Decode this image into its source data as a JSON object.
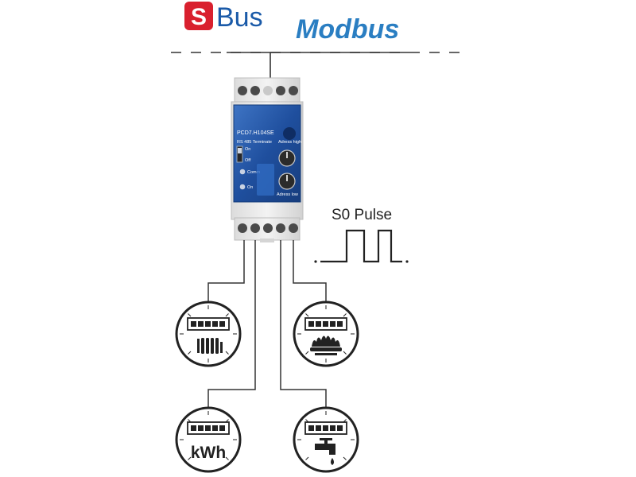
{
  "bus": {
    "sbus_badge": "S",
    "sbus_text": "Bus",
    "modbus_text": "Modbus"
  },
  "module": {
    "model": "PCD7.H104SE",
    "rs485_label": "RS 485 Terminate",
    "switch_on": "On",
    "switch_off": "Off",
    "led_comm": "Comm",
    "led_on": "On",
    "address_high": "Adress high",
    "address_low": "Adress low"
  },
  "pulse": {
    "label": "S0 Pulse"
  },
  "meters": {
    "kwh_label": "kWh"
  },
  "colors": {
    "sbus_red": "#d9202e",
    "sbus_blue": "#1a5aa8",
    "modbus_blue": "#2a7ec2",
    "module_blue": "#1f4f9e"
  },
  "icons": {
    "heat_meter": "radiator-icon",
    "gas_meter": "flame-icon",
    "electric_meter": "kwh-icon",
    "water_meter": "tap-icon"
  }
}
